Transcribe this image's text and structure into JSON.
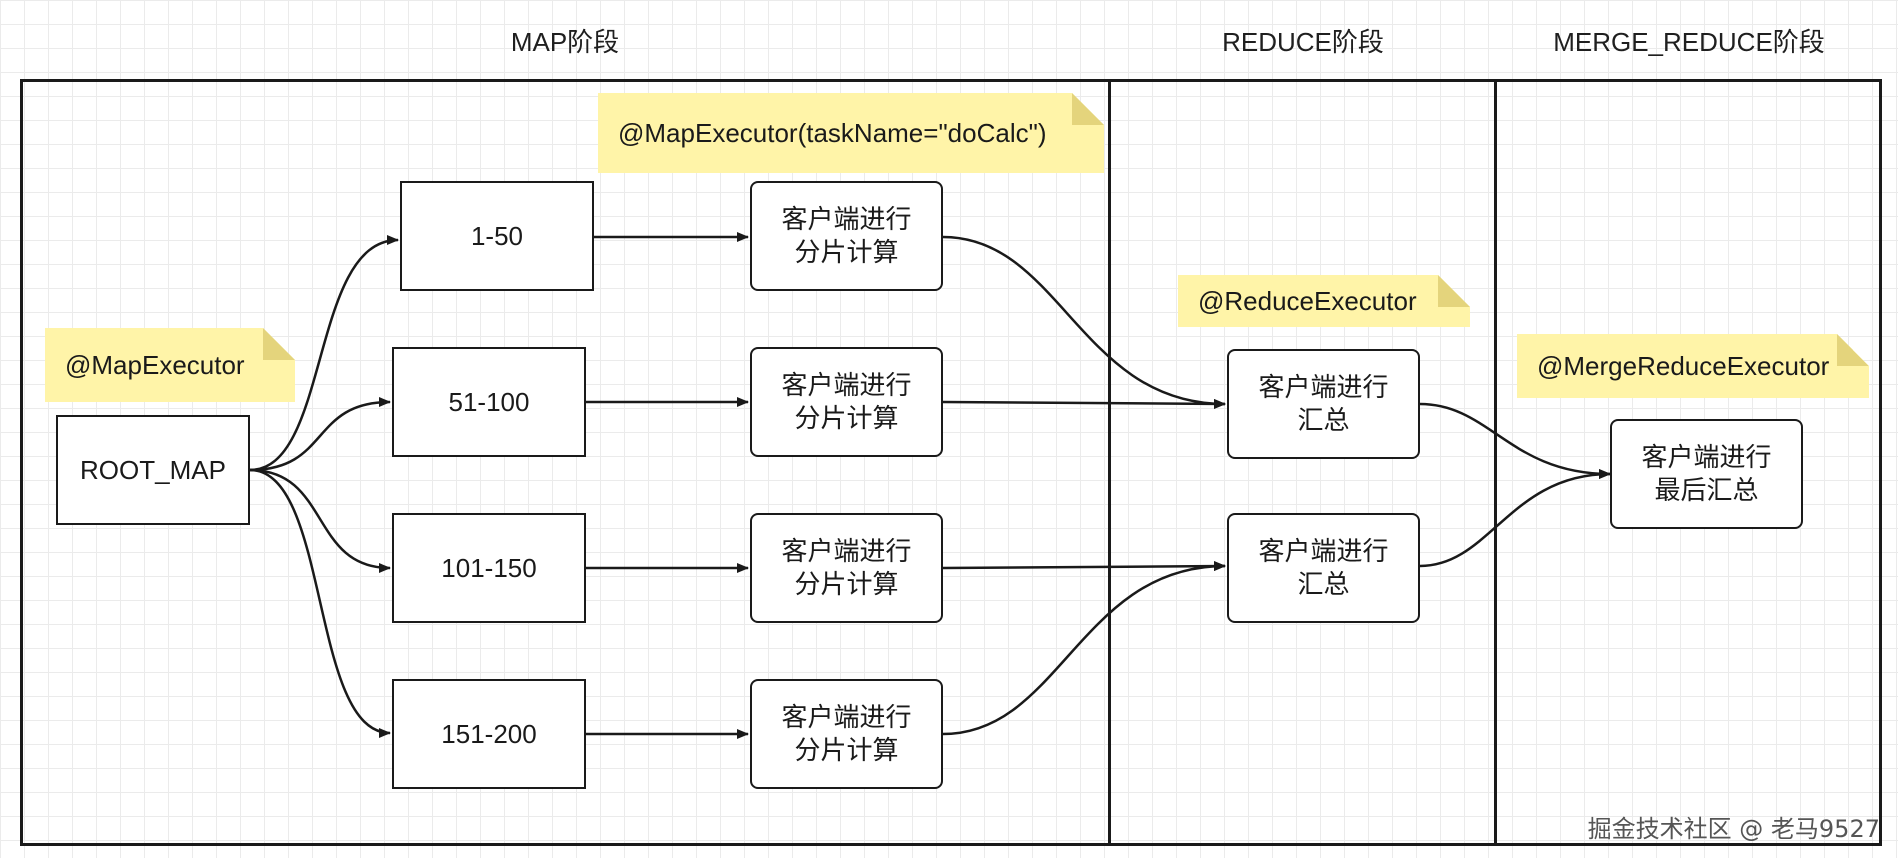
{
  "stages": {
    "map": "MAP阶段",
    "reduce": "REDUCE阶段",
    "merge_reduce": "MERGE_REDUCE阶段"
  },
  "notes": {
    "map_executor": "@MapExecutor",
    "map_executor_task": "@MapExecutor(taskName=\"doCalc\")",
    "reduce_executor": "@ReduceExecutor",
    "merge_reduce_executor": "@MergeReduceExecutor"
  },
  "nodes": {
    "root_map": "ROOT_MAP",
    "ranges": [
      "1-50",
      "51-100",
      "101-150",
      "151-200"
    ],
    "shard_calc": [
      "客户端进行\n分片计算",
      "客户端进行\n分片计算",
      "客户端进行\n分片计算",
      "客户端进行\n分片计算"
    ],
    "reduce": [
      "客户端进行\n汇总",
      "客户端进行\n汇总"
    ],
    "merge": "客户端进行\n最后汇总"
  },
  "watermark": "掘金技术社区 @ 老马9527",
  "colors": {
    "note_fill": "#fff4a8",
    "line": "#1a1a1a"
  }
}
